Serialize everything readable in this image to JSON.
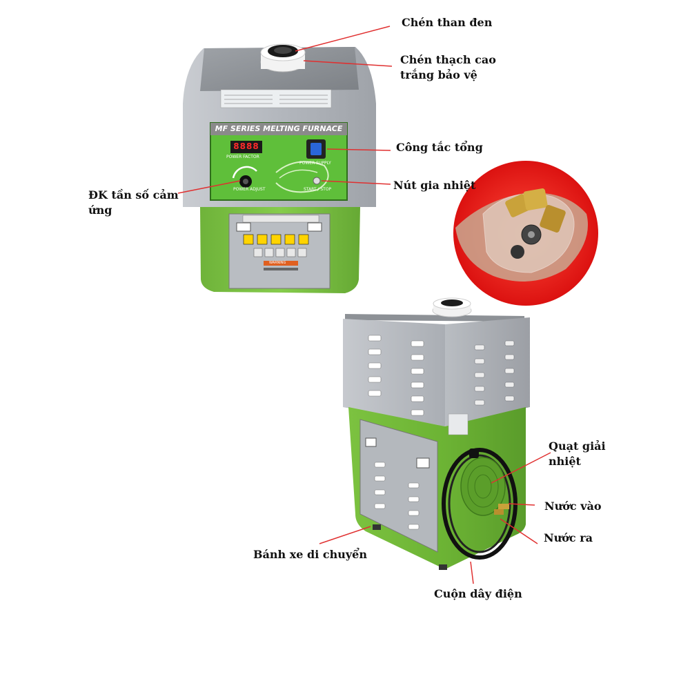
{
  "labels": {
    "crucible_black": "Chén than đen",
    "crucible_white_line1": "Chén thạch cao",
    "crucible_white_line2": "trắng bảo vệ",
    "main_switch": "Công tắc tổng",
    "heat_button": "Nút gia nhiệt",
    "freq_control_line1": "ĐK tần số cảm",
    "freq_control_line2": "ứng",
    "fan_line1": "Quạt giải",
    "fan_line2": "nhiệt",
    "water_in": "Nước vào",
    "water_out": "Nước ra",
    "wheels": "Bánh xe di chuyển",
    "power_cord": "Cuộn dây điện"
  },
  "machine": {
    "panel_title": "MF SERIES MELTING FURNACE",
    "display_value": "8888",
    "power_factor": "POWER FACTOR",
    "power_supply": "POWER SUPPLY",
    "power_adjust": "POWER ADJUST",
    "start_stop": "START / STOP",
    "warning": "WARNING"
  },
  "colors": {
    "machine_green": "#7dc242",
    "panel_green": "#5fbf3a",
    "silver": "#b8bcc2",
    "callout_line": "#e03030",
    "red_background": "#e01818"
  }
}
